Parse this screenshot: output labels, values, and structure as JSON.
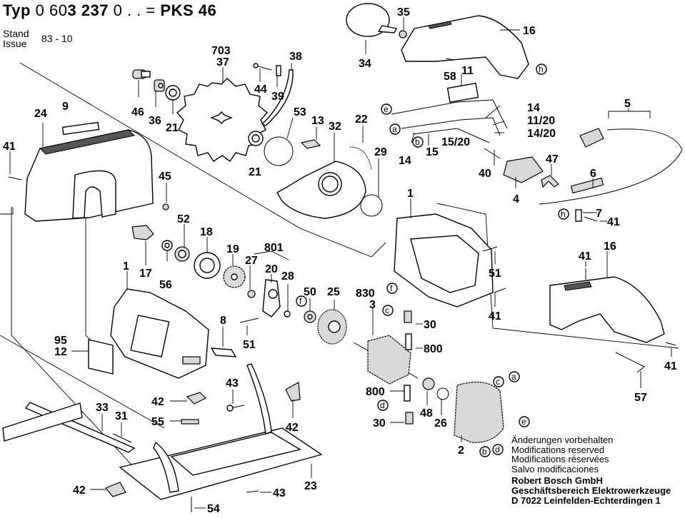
{
  "header": {
    "typ_label": "Typ",
    "type_number_prefix": "0 60",
    "type_number_bold": "3 237",
    "type_number_suffix": " 0 . .",
    "equals": "=",
    "model": "PKS 46",
    "stand_label": "Stand",
    "issue_label": "Issue",
    "issue_value": "83 - 10"
  },
  "notes": {
    "lines": [
      "Änderungen vorbehalten",
      "Modifications reserved",
      "Modifications réservées",
      "Salvo modificaciones"
    ]
  },
  "manufacturer": {
    "lines": [
      "Robert Bosch GmbH",
      "Geschäftsbereich Elektrowerkzeuge",
      "D 7022 Leinfelden-Echterdingen 1"
    ]
  },
  "callouts": {
    "p703": "703",
    "p37": "37",
    "p46": "46",
    "p36": "36",
    "p21a": "21",
    "p21b": "21",
    "p44": "44",
    "p39": "39",
    "p38": "38",
    "p53": "53",
    "p13": "13",
    "p32": "32",
    "p22": "22",
    "p29": "29",
    "p9": "9",
    "p24": "24",
    "p41a": "41",
    "p45": "45",
    "p35": "35",
    "p34": "34",
    "p16a": "16",
    "p58": "58",
    "p11": "11",
    "p14a": "14",
    "p1120": "11/20",
    "p1420": "14/20",
    "p14b": "14",
    "p15": "15",
    "p1520": "15/20",
    "p40": "40",
    "p47": "47",
    "p4": "4",
    "p5": "5",
    "p6": "6",
    "p7": "7",
    "p41b": "41",
    "p52": "52",
    "p18": "18",
    "p19": "19",
    "p801": "801",
    "p27": "27",
    "p20": "20",
    "p28": "28",
    "p17": "17",
    "p56": "56",
    "p1a": "1",
    "p1b": "1",
    "p51a": "51",
    "p41c": "41",
    "p50": "50",
    "p25": "25",
    "p830": "830",
    "p3": "3",
    "p30a": "30",
    "p800a": "800",
    "p8": "8",
    "p51b": "51",
    "p95": "95",
    "p12": "12",
    "p41d": "41",
    "p16b": "16",
    "p41e": "41",
    "p57": "57",
    "p43a": "43",
    "p42a": "42",
    "p55": "55",
    "p42b": "42",
    "p33": "33",
    "p31": "31",
    "p800b": "800",
    "p30b": "30",
    "p48": "48",
    "p26": "26",
    "p2": "2",
    "p23": "23",
    "p42c": "42",
    "p43b": "43",
    "p54": "54"
  },
  "circle_refs": {
    "e1": "e",
    "a1": "a",
    "b1": "b",
    "h1": "h",
    "h2": "h",
    "f1": "f",
    "f2": "f",
    "c1": "c",
    "d1": "d",
    "a2": "a",
    "c2": "c",
    "e2": "e",
    "b2": "b",
    "d2": "d"
  }
}
